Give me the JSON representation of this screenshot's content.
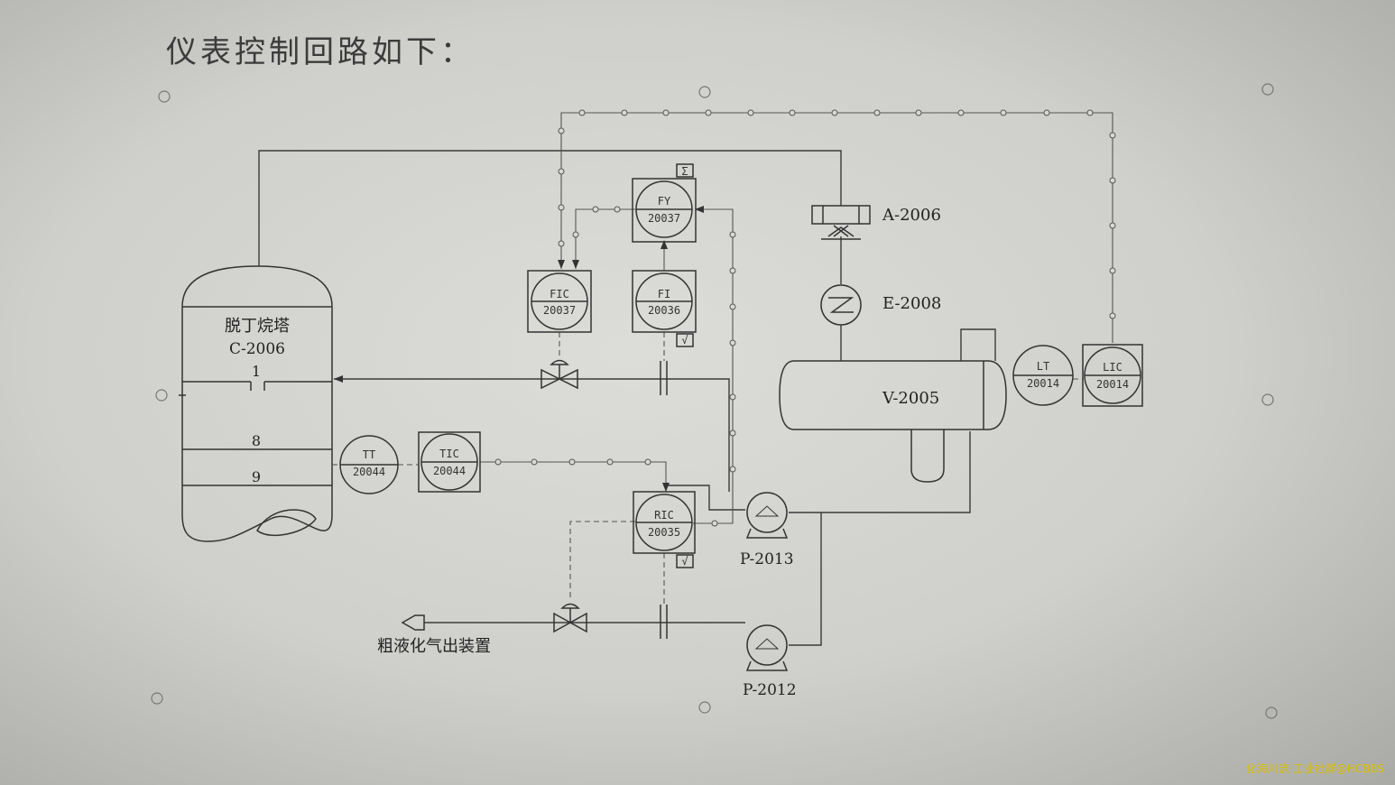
{
  "title": "仪表控制回路如下：",
  "column": {
    "name": "脱丁烷塔",
    "tag": "C-2006",
    "trays": [
      "1",
      "8",
      "9"
    ]
  },
  "equipment": {
    "air_cooler": "A-2006",
    "exchanger": "E-2008",
    "drum": "V-2005",
    "pump_upper": "P-2013",
    "pump_lower": "P-2012"
  },
  "instruments": {
    "fy": {
      "func": "FY",
      "num": "20037",
      "mark": "Σ"
    },
    "fic": {
      "func": "FIC",
      "num": "20037"
    },
    "fi": {
      "func": "FI",
      "num": "20036",
      "mark": "√"
    },
    "tt": {
      "func": "TT",
      "num": "20044"
    },
    "tic": {
      "func": "TIC",
      "num": "20044"
    },
    "ric": {
      "func": "RIC",
      "num": "20035",
      "mark": "√"
    },
    "lt": {
      "func": "LT",
      "num": "20014"
    },
    "lic": {
      "func": "LIC",
      "num": "20014"
    }
  },
  "outlet_label": "粗液化气出装置",
  "watermark": "化海川流·工业社群@HCBBS",
  "colors": {
    "paper": "#d4d4d0",
    "line": "#3a3a3a",
    "watermark": "#d9c100"
  }
}
